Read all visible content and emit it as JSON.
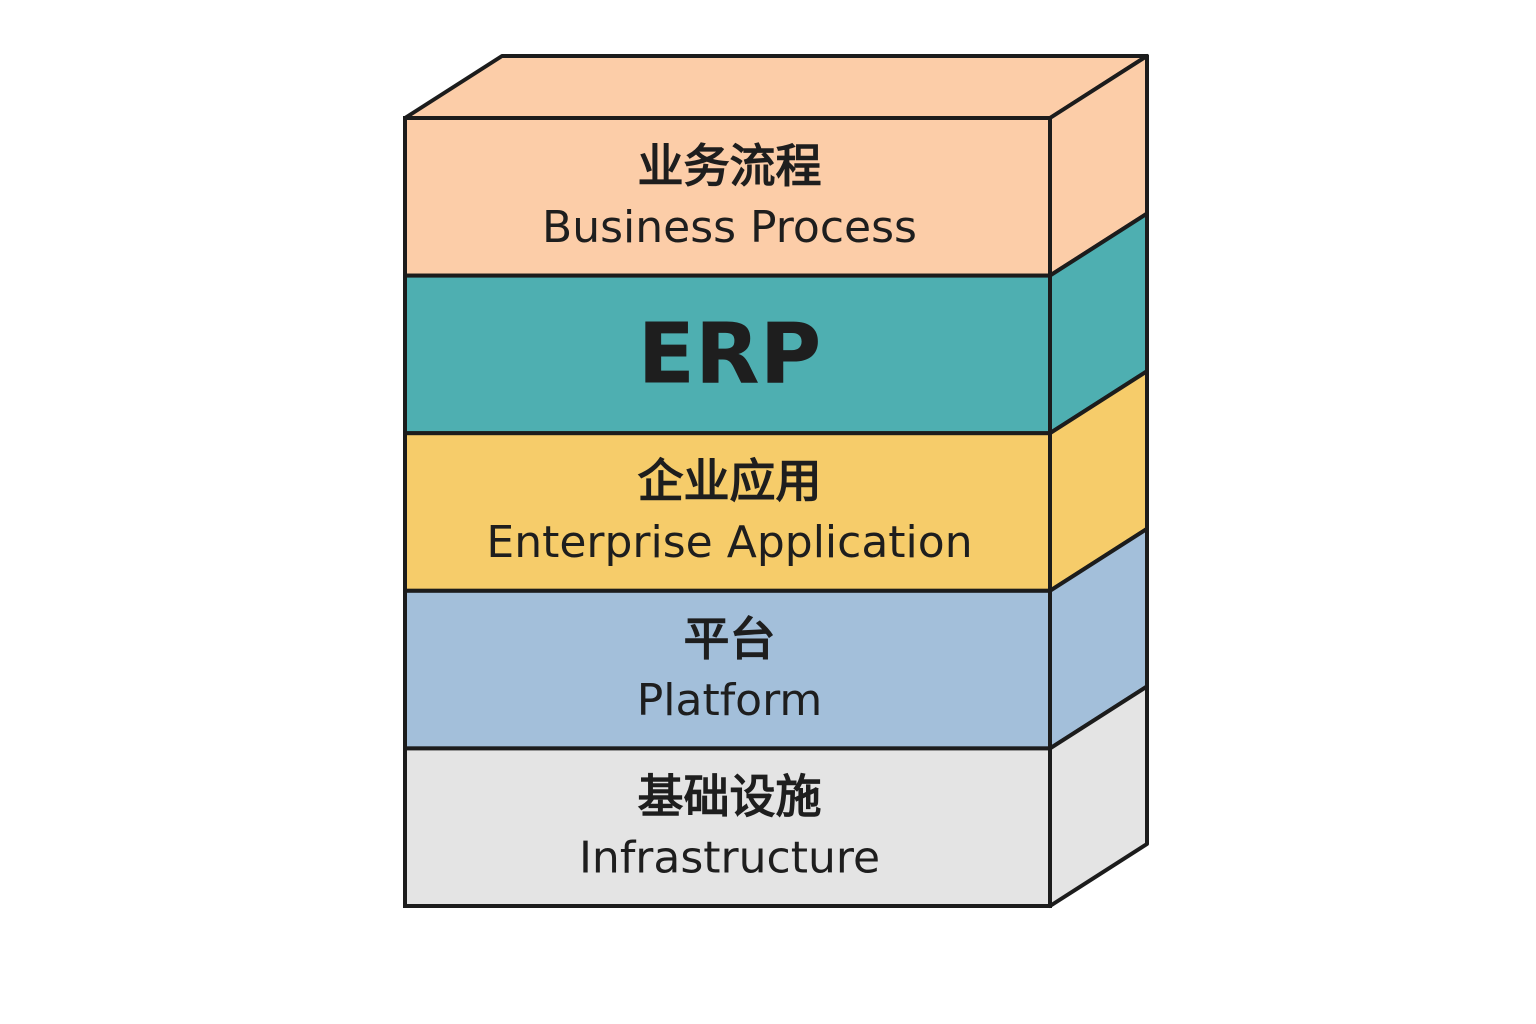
{
  "diagram": {
    "title": "ERP layered architecture stack",
    "layers": [
      {
        "id": "business-process",
        "label_cn": "业务流程",
        "label_en": "Business Process",
        "color": "#fccda8",
        "side_color": "#fccda8"
      },
      {
        "id": "erp",
        "label_cn": "",
        "label_en": "ERP",
        "color": "#4eafb1",
        "side_color": "#4eafb1",
        "emphasis": true
      },
      {
        "id": "enterprise-application",
        "label_cn": "企业应用",
        "label_en": "Enterprise Application",
        "color": "#f6cc6a",
        "side_color": "#f6cc6a"
      },
      {
        "id": "platform",
        "label_cn": "平台",
        "label_en": "Platform",
        "color": "#a3bfda",
        "side_color": "#a3bfda"
      },
      {
        "id": "infrastructure",
        "label_cn": "基础设施",
        "label_en": "Infrastructure",
        "color": "#e4e4e4",
        "side_color": "#e4e4e4"
      }
    ],
    "outline_color": "#1c1c1c",
    "text_color": "#1e1e1e"
  }
}
